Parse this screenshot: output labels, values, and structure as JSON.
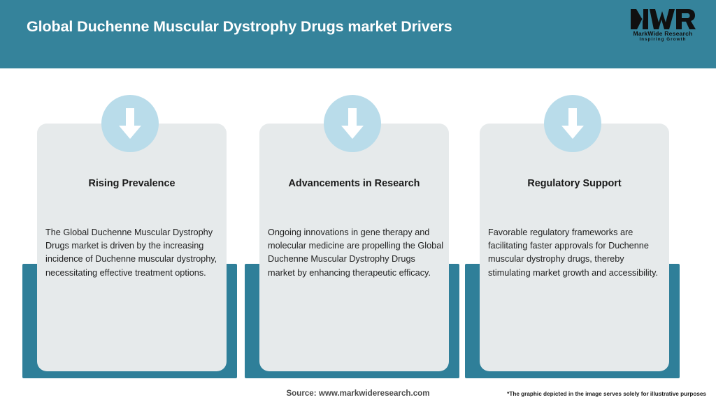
{
  "header": {
    "title": "Global Duchenne Muscular Dystrophy Drugs market Drivers",
    "band_color": "#35839b",
    "title_color": "#ffffff"
  },
  "logo": {
    "mark": "mwr-monogram",
    "name": "MarkWide Research",
    "tagline": "Inspiring Growth"
  },
  "theme": {
    "teal": "#2f7f99",
    "card_bg": "#e6eaeb",
    "icon_circle": "#b9dcea",
    "icon_arrow": "#ffffff",
    "page_bg": "#ffffff"
  },
  "cards": [
    {
      "icon": "arrow-down-icon",
      "title": "Rising Prevalence",
      "body": "The Global Duchenne Muscular Dystrophy Drugs market is driven by the increasing incidence of Duchenne muscular dystrophy, necessitating effective treatment options."
    },
    {
      "icon": "arrow-down-icon",
      "title": "Advancements in Research",
      "body": "Ongoing innovations in gene therapy and molecular medicine are propelling the Global Duchenne Muscular Dystrophy Drugs market by enhancing therapeutic efficacy."
    },
    {
      "icon": "arrow-down-icon",
      "title": "Regulatory Support",
      "body": "Favorable regulatory frameworks are facilitating faster approvals for Duchenne muscular dystrophy drugs, thereby stimulating market growth and accessibility."
    }
  ],
  "footer": {
    "source": "Source: www.markwideresearch.com",
    "disclaimer": "*The graphic depicted in the image serves solely for illustrative purposes"
  }
}
